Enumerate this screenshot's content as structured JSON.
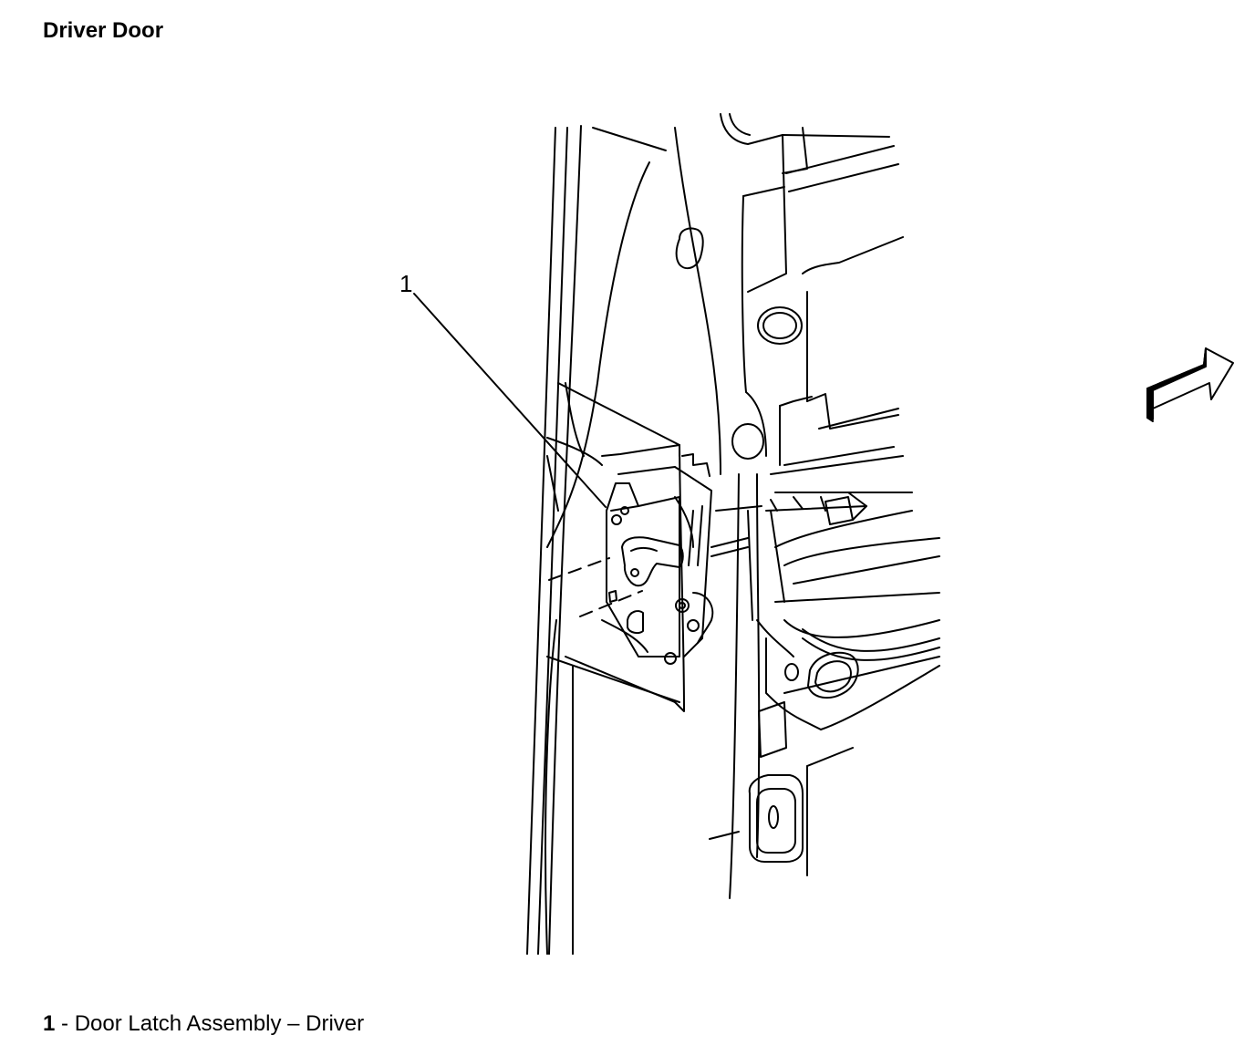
{
  "title": "Driver Door",
  "callouts": [
    {
      "number": "1"
    }
  ],
  "legend": [
    {
      "number": "1",
      "separator": " - ",
      "text": "Door Latch Assembly – Driver"
    }
  ],
  "icons": {
    "direction": "forward-arrow-icon"
  }
}
